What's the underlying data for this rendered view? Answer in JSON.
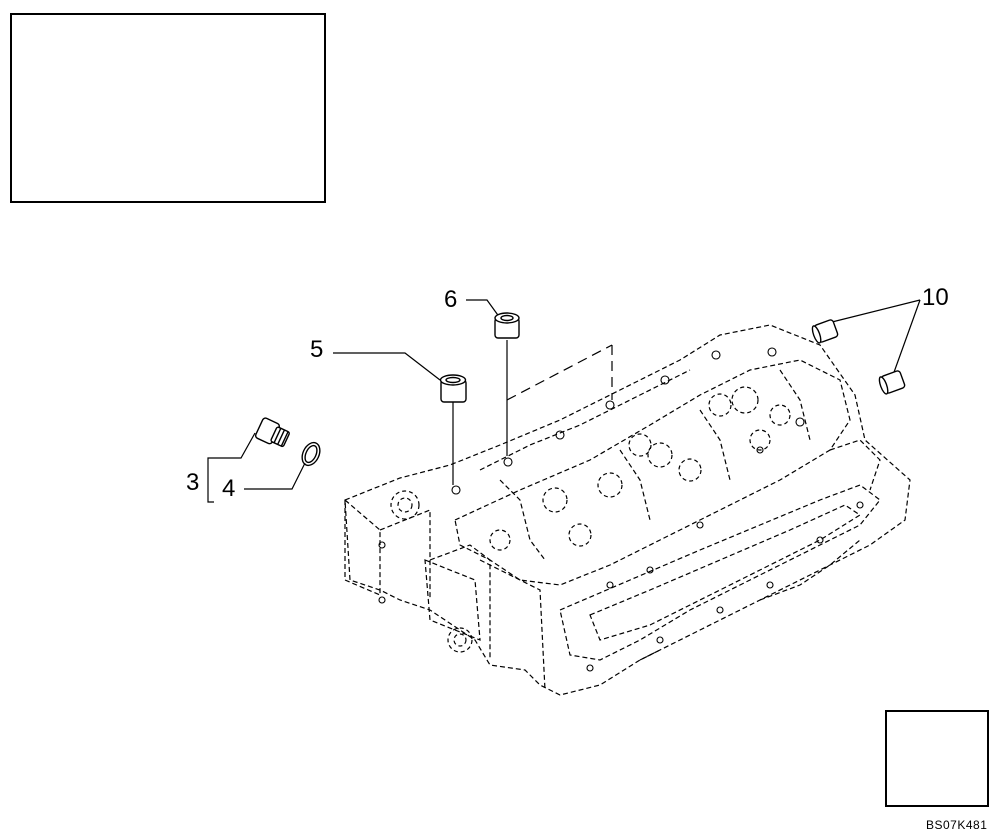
{
  "callouts": {
    "c3": "3",
    "c4": "4",
    "c5": "5",
    "c6": "6",
    "c10": "10"
  },
  "drawing_code": "BS07K481",
  "icons": {
    "engine_overview": "engine-overview-thumbnail",
    "view_direction": "view-direction-arrow-icon"
  }
}
